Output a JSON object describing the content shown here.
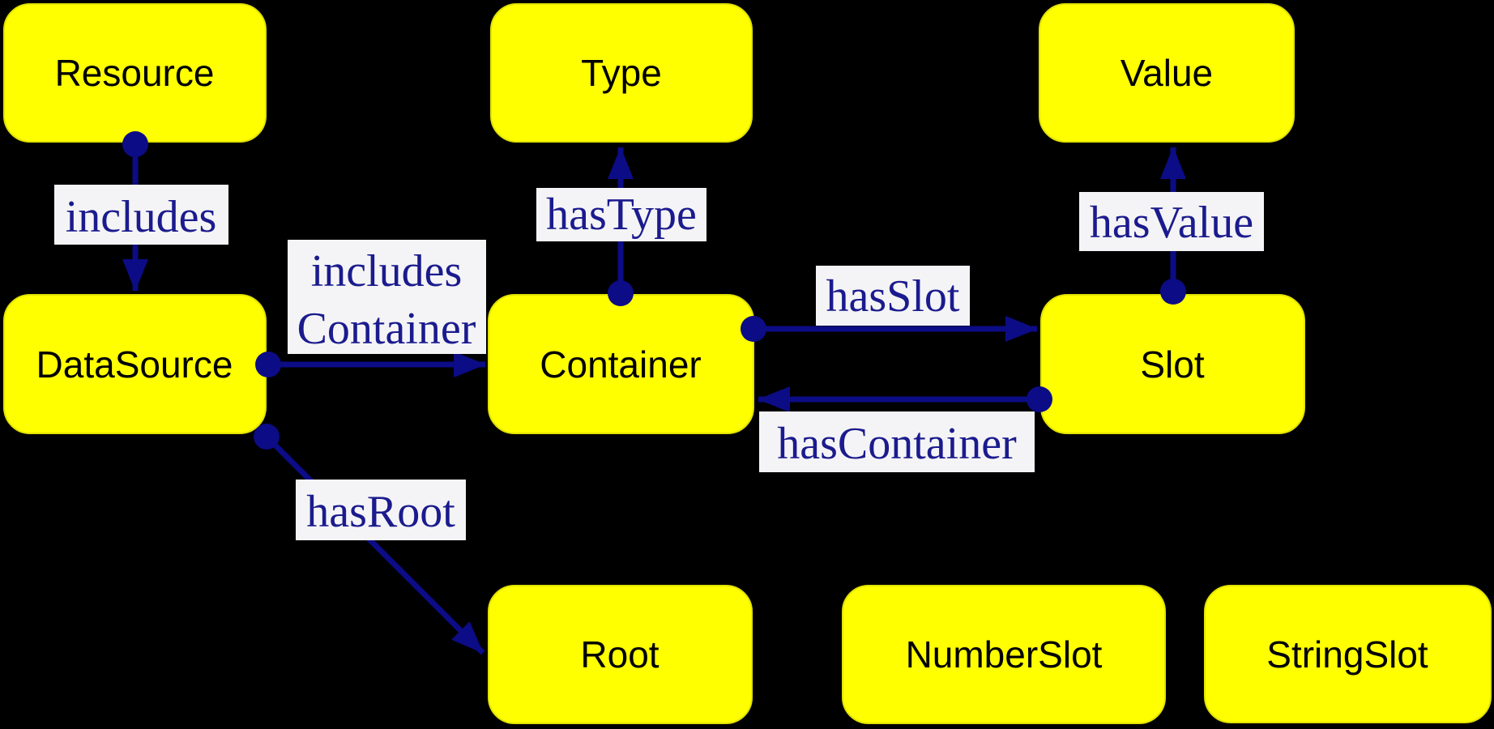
{
  "diagram": {
    "type": "ontology-graph",
    "background_color": "#000000",
    "colors": {
      "node_fill": "#FFFF00",
      "node_text": "#000000",
      "edge_line": "#0C0C86",
      "edge_label_text": "#1B1B8E",
      "edge_label_background": "#F4F4F6"
    },
    "nodes": [
      {
        "label": "Resource"
      },
      {
        "label": "Type"
      },
      {
        "label": "Value"
      },
      {
        "label": "DataSource"
      },
      {
        "label": "Container"
      },
      {
        "label": "Slot"
      },
      {
        "label": "Root"
      },
      {
        "label": "NumberSlot"
      },
      {
        "label": "StringSlot"
      }
    ],
    "edges": [
      {
        "label": "includes",
        "from": "Resource",
        "to": "DataSource"
      },
      {
        "label": "includes Container",
        "lines": [
          "includes",
          "Container"
        ],
        "from": "DataSource",
        "to": "Container"
      },
      {
        "label": "hasType",
        "from": "Container",
        "to": "Type"
      },
      {
        "label": "hasValue",
        "from": "Slot",
        "to": "Value"
      },
      {
        "label": "hasSlot",
        "from": "Container",
        "to": "Slot"
      },
      {
        "label": "hasContainer",
        "from": "Slot",
        "to": "Container"
      },
      {
        "label": "hasRoot",
        "from": "DataSource",
        "to": "Root"
      }
    ]
  }
}
